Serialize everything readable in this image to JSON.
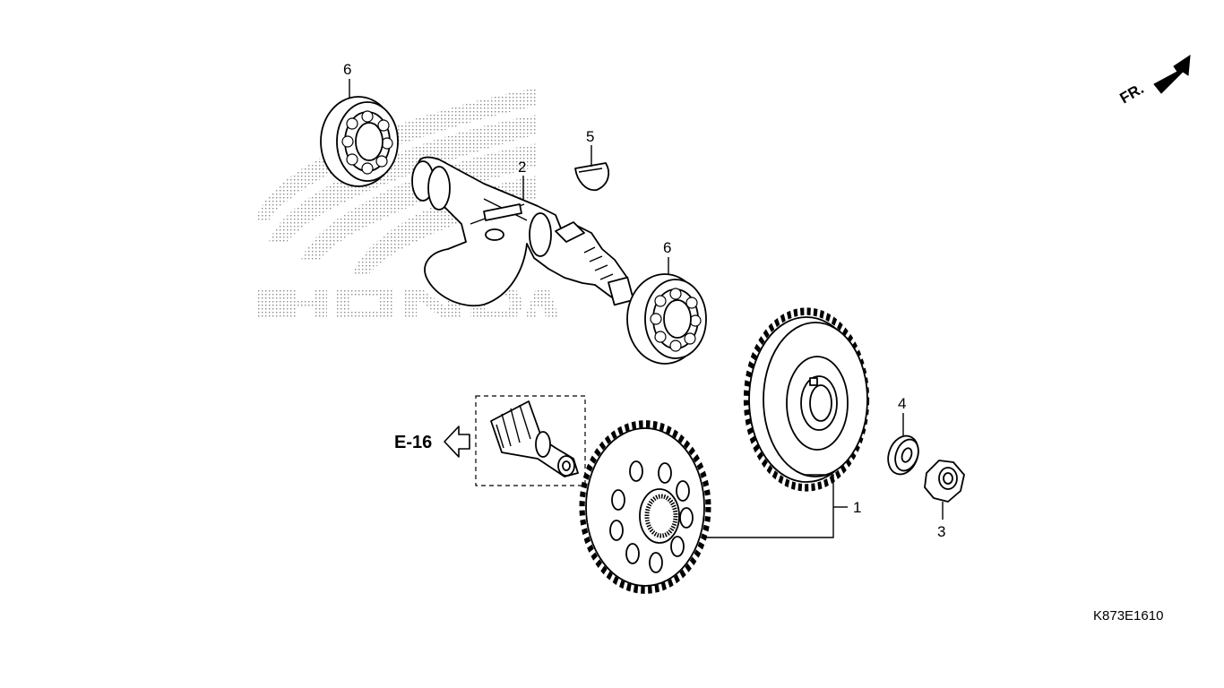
{
  "callouts": {
    "c1": "1",
    "c2": "2",
    "c3": "3",
    "c4": "4",
    "c5": "5",
    "c6a": "6",
    "c6b": "6"
  },
  "reference": {
    "label": "E-16"
  },
  "direction": {
    "label": "FR."
  },
  "diagram_code": "K873E1610",
  "colors": {
    "line": "#000000",
    "background": "#ffffff",
    "watermark": "#9a9a9a"
  }
}
